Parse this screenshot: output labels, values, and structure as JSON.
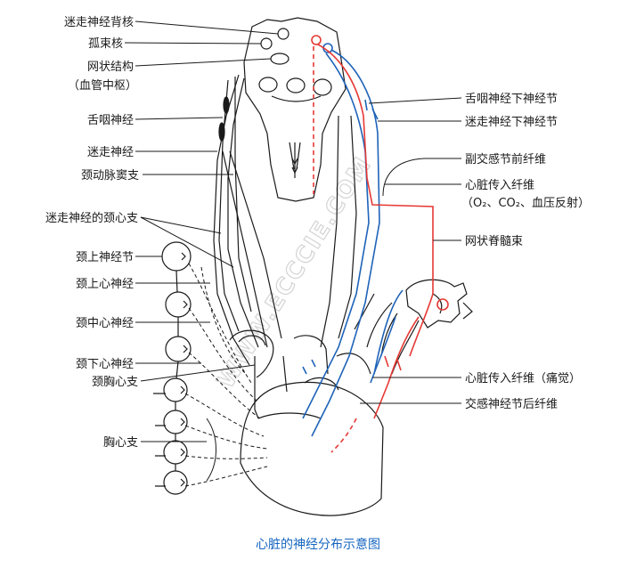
{
  "labels_left": [
    {
      "key": "dorsal_vagal_nucleus",
      "text": "迷走神经背核"
    },
    {
      "key": "solitary_nucleus",
      "text": "孤束核"
    },
    {
      "key": "reticular_formation",
      "text": "网状结构"
    },
    {
      "key": "vasomotor_center",
      "text": "（血管中枢）"
    },
    {
      "key": "glossopharyngeal_nerve",
      "text": "舌咽神经"
    },
    {
      "key": "vagus_nerve",
      "text": "迷走神经"
    },
    {
      "key": "carotid_sinus_branch",
      "text": "颈动脉窦支"
    },
    {
      "key": "vagal_cervical_cardiac_branch",
      "text": "迷走神经的颈心支"
    },
    {
      "key": "superior_cervical_ganglion",
      "text": "颈上神经节"
    },
    {
      "key": "superior_cervical_cardiac_nerve",
      "text": "颈上心神经"
    },
    {
      "key": "middle_cervical_cardiac_nerve",
      "text": "颈中心神经"
    },
    {
      "key": "inferior_cervical_cardiac_nerve",
      "text": "颈下心神经"
    },
    {
      "key": "cervicothoracic_cardiac_branch",
      "text": "颈胸心支"
    },
    {
      "key": "thoracic_cardiac_branch",
      "text": "胸心支"
    }
  ],
  "labels_right": [
    {
      "key": "inferior_glossopharyngeal_ganglion",
      "text": "舌咽神经下神经节"
    },
    {
      "key": "inferior_vagal_ganglion",
      "text": "迷走神经下神经节"
    },
    {
      "key": "sympathetic_preganglionic_fibers",
      "text": "副交感节前纤维"
    },
    {
      "key": "cardiac_afferent_fibers",
      "text": "心脏传入纤维"
    },
    {
      "key": "afferent_stimuli",
      "text": "（O₂、CO₂、血压反射）"
    },
    {
      "key": "reticulospinal_tract",
      "text": "网状脊髓束"
    },
    {
      "key": "cardiac_afferent_pain",
      "text": "心脏传入纤维（痛觉）"
    },
    {
      "key": "sympathetic_postganglionic_fibers",
      "text": "交感神经节后纤维"
    }
  ],
  "watermark": "WWW.ECCCIE.COM",
  "caption": "心脏的神经分布示意图",
  "colors": {
    "caption": "#1565c0",
    "sympathetic": "#e53935",
    "parasympathetic": "#1e63b8",
    "outline": "#1a1a1a"
  }
}
